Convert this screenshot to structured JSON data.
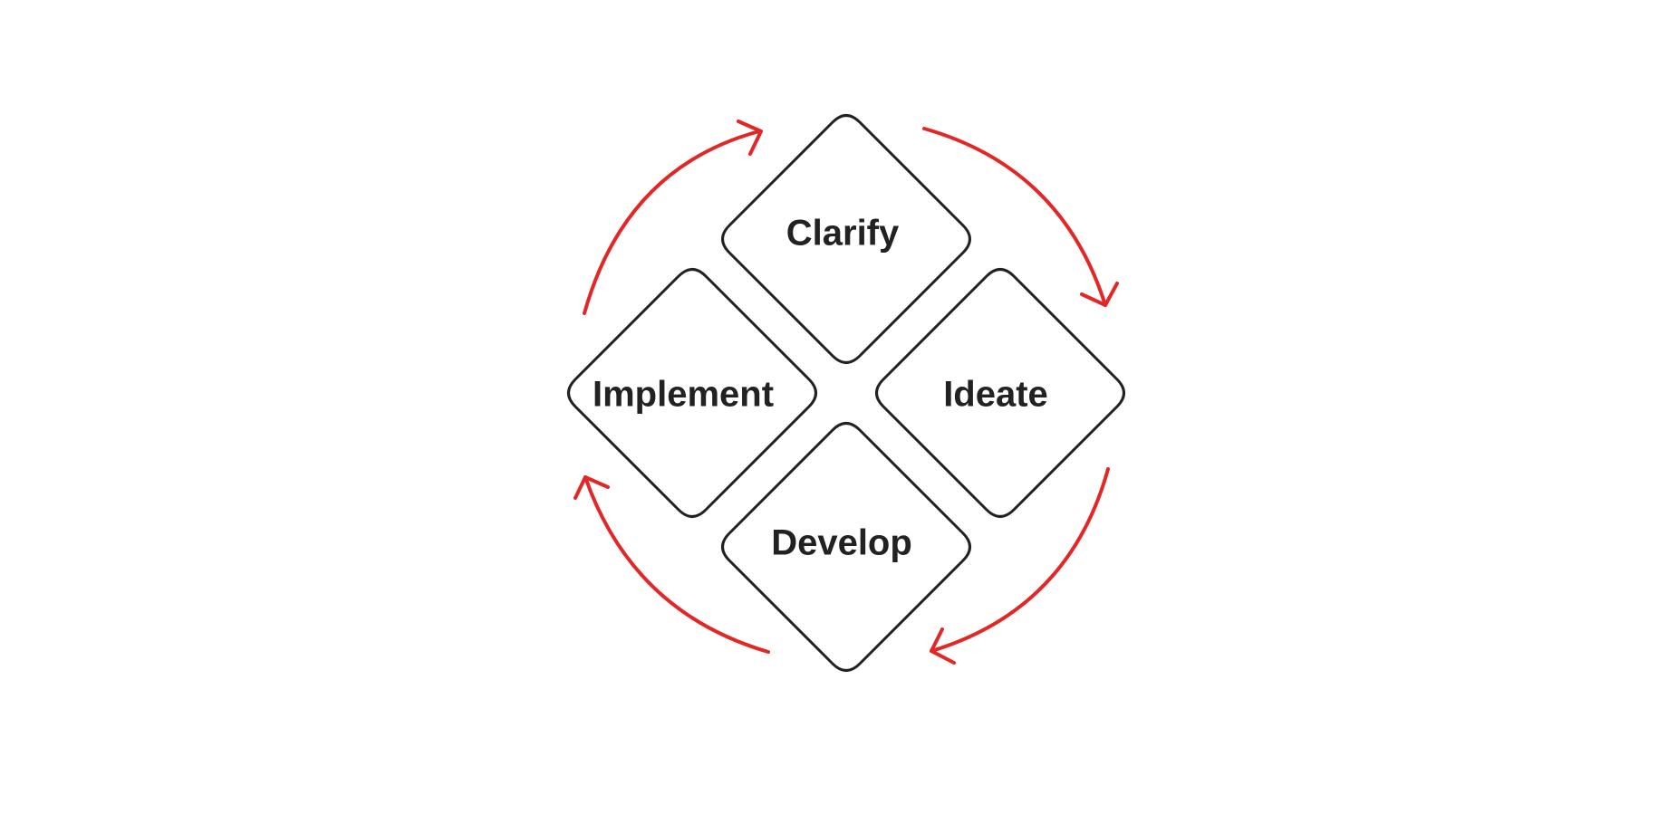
{
  "diagram": {
    "colors": {
      "outline": "#222222",
      "arrow": "#e32626",
      "text": "#222222",
      "background": "#ffffff"
    },
    "nodes": [
      {
        "id": "clarify",
        "label": "Clarify"
      },
      {
        "id": "ideate",
        "label": "Ideate"
      },
      {
        "id": "develop",
        "label": "Develop"
      },
      {
        "id": "implement",
        "label": "Implement"
      }
    ],
    "cycle": [
      {
        "from": "implement",
        "to": "clarify"
      },
      {
        "from": "clarify",
        "to": "ideate"
      },
      {
        "from": "ideate",
        "to": "develop"
      },
      {
        "from": "develop",
        "to": "implement"
      }
    ]
  }
}
